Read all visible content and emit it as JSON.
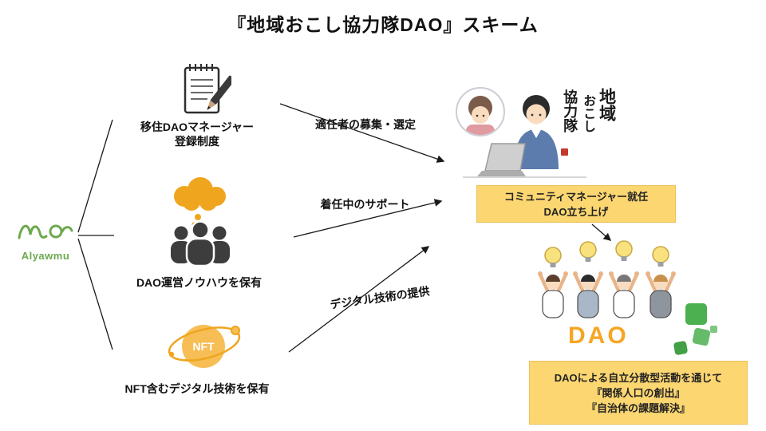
{
  "title": "『地域おこし協力隊DAO』スキーム",
  "logo": {
    "text": "Alyawmu"
  },
  "left_items": [
    {
      "icon": "notepad-icon",
      "label_lines": [
        "移住DAOマネージャー",
        "登録制度"
      ]
    },
    {
      "icon": "people-icon",
      "label_lines": [
        "DAO運営ノウハウを保有"
      ]
    },
    {
      "icon": "nft-icon",
      "icon_text": "NFT",
      "label_lines": [
        "NFT含むデジタル技術を保有"
      ]
    }
  ],
  "flow_labels": [
    "適任者の募集・選定",
    "着任中のサポート",
    "デジタル技術の提供"
  ],
  "right_column": {
    "calligraphy_columns": [
      "地域",
      "おこし",
      "協力隊"
    ],
    "box_community_manager": {
      "lines": [
        "コミュニティマネージャー就任",
        "DAO立ち上げ"
      ]
    },
    "dao_label": "DAO",
    "box_outcome": {
      "lines": [
        "DAOによる自立分散型活動を通じて",
        "『関係人口の創出』",
        "『自治体の課題解決』"
      ]
    }
  },
  "colors": {
    "yellow_box": "#FBD671",
    "orange_accent": "#EFA51E",
    "dao_orange": "#F5A623",
    "logo_green": "#6CA94F",
    "block_green": "#4CAF50",
    "silhouette_gray": "#3D3D3D"
  }
}
